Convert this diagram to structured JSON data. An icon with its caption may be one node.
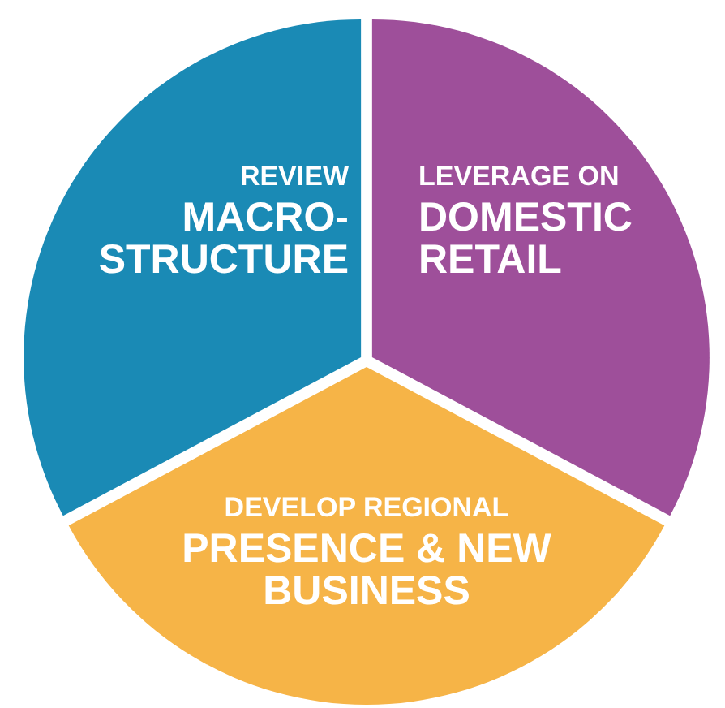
{
  "diagram": {
    "nodes": [
      {
        "text": [
          "REVIEW",
          "MACRO-STRUCTURE"
        ]
      },
      {
        "text": [
          "LEVERAGE ON",
          "DOMESTIC RETAIL"
        ]
      },
      {
        "text": [
          "DEVELOP REGIONAL",
          "PRESENCE & NEW BUSINESS"
        ]
      }
    ]
  }
}
